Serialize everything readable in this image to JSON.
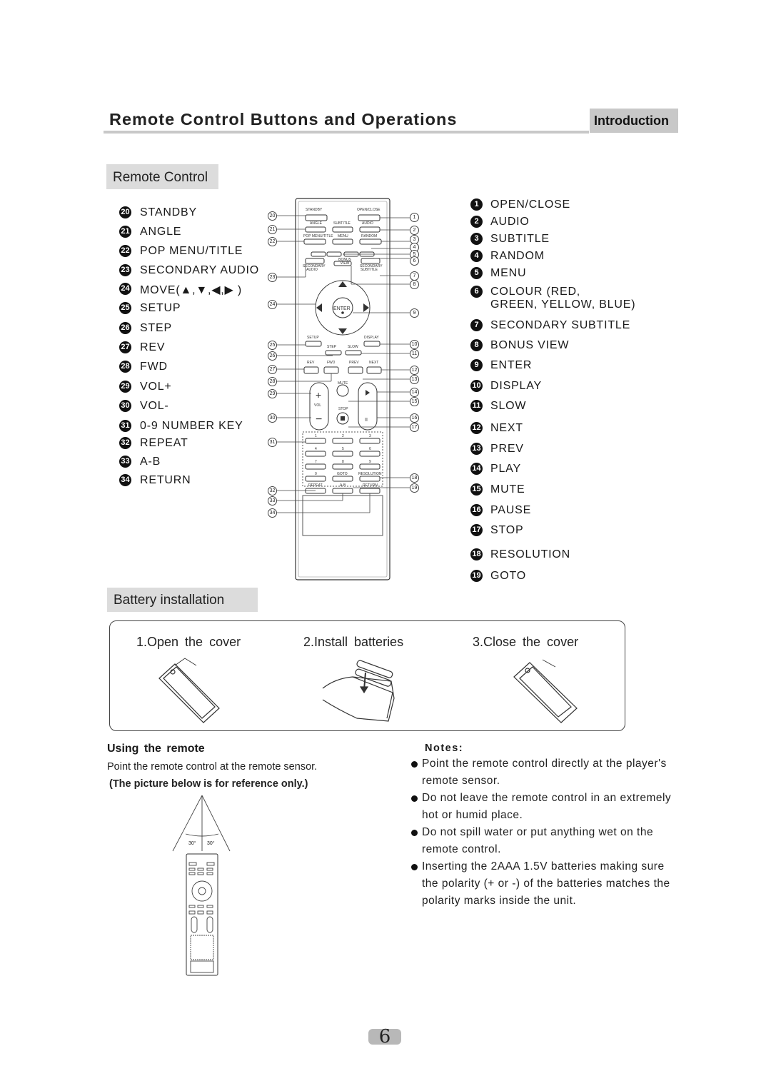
{
  "header": {
    "title": "Remote Control Buttons and Operations",
    "tab": "Introduction"
  },
  "remote_section": {
    "heading": "Remote Control",
    "left_list": [
      {
        "num": "20",
        "label": "STANDBY"
      },
      {
        "num": "21",
        "label": "ANGLE"
      },
      {
        "num": "22",
        "label": "POP MENU/TITLE"
      },
      {
        "num": "23",
        "label": "SECONDARY AUDIO"
      },
      {
        "num": "24",
        "label": "MOVE(▲,▼,◀,▶ )"
      },
      {
        "num": "25",
        "label": "SETUP"
      },
      {
        "num": "26",
        "label": "STEP"
      },
      {
        "num": "27",
        "label": "REV"
      },
      {
        "num": "28",
        "label": "FWD"
      },
      {
        "num": "29",
        "label": "VOL+"
      },
      {
        "num": "30",
        "label": "VOL-"
      },
      {
        "num": "31",
        "label": "0-9 NUMBER KEY"
      },
      {
        "num": "32",
        "label": "REPEAT"
      },
      {
        "num": "33",
        "label": "A-B"
      },
      {
        "num": "34",
        "label": "RETURN"
      }
    ],
    "right_list": [
      {
        "num": "1",
        "label": "OPEN/CLOSE"
      },
      {
        "num": "2",
        "label": "AUDIO"
      },
      {
        "num": "3",
        "label": "SUBTITLE"
      },
      {
        "num": "4",
        "label": "RANDOM"
      },
      {
        "num": "5",
        "label": "MENU"
      },
      {
        "num": "6",
        "label": "COLOUR (RED,",
        "label2": "GREEN, YELLOW, BLUE)"
      },
      {
        "num": "7",
        "label": "SECONDARY SUBTITLE"
      },
      {
        "num": "8",
        "label": "BONUS VIEW"
      },
      {
        "num": "9",
        "label": "ENTER"
      },
      {
        "num": "10",
        "label": "DISPLAY"
      },
      {
        "num": "11",
        "label": "SLOW"
      },
      {
        "num": "12",
        "label": "NEXT"
      },
      {
        "num": "13",
        "label": "PREV"
      },
      {
        "num": "14",
        "label": "PLAY"
      },
      {
        "num": "15",
        "label": "MUTE"
      },
      {
        "num": "16",
        "label": "PAUSE"
      },
      {
        "num": "17",
        "label": "STOP"
      },
      {
        "num": "18",
        "label": "RESOLUTION"
      },
      {
        "num": "19",
        "label": "GOTO"
      }
    ],
    "remote_labels": {
      "standby": "STANDBY",
      "open_close": "OPEN/CLOSE",
      "angle": "ANGLE",
      "subtitle": "SUBTITLE",
      "audio": "AUDIO",
      "pop_menu": "POP MENU/TITLE",
      "menu": "MENU",
      "random": "RANDOM",
      "bonus_view": "BONUS VIEW",
      "secondary_audio": "SECONDARY AUDIO",
      "secondary_subtitle": "SECONDARY SUBTITLE",
      "enter": "ENTER",
      "setup": "SETUP",
      "step": "STEP",
      "slow": "SLOW",
      "display": "DISPLAY",
      "rev": "REV",
      "fwd": "FWD",
      "prev": "PREV",
      "next": "NEXT",
      "mute": "MUTE",
      "vol": "VOL",
      "stop": "STOP",
      "goto": "GOTO",
      "resolution": "RESOLUTION",
      "repeat": "REPEAT",
      "ab": "A-B",
      "return": "RETURN",
      "digits": [
        "1",
        "2",
        "3",
        "4",
        "5",
        "6",
        "7",
        "8",
        "9",
        "0"
      ]
    }
  },
  "battery": {
    "heading": "Battery installation",
    "steps": [
      "1.Open the cover",
      "2.Install batteries",
      "3.Close the cover"
    ]
  },
  "using": {
    "heading": "Using the remote",
    "description": "Point the remote control at the remote sensor.",
    "note": "(The picture below is for reference only.)",
    "angle_left": "30°",
    "angle_right": "30°"
  },
  "notes": {
    "heading": "Notes:",
    "items": [
      "Point the remote control directly at the player's remote sensor.",
      "Do not leave the remote control in an extremely hot or humid place.",
      "Do not spill water or put anything wet on the remote control.",
      "Inserting the 2AAA 1.5V batteries making sure the polarity (+ or -) of the batteries matches the polarity marks inside the unit."
    ]
  },
  "page_number": "6"
}
